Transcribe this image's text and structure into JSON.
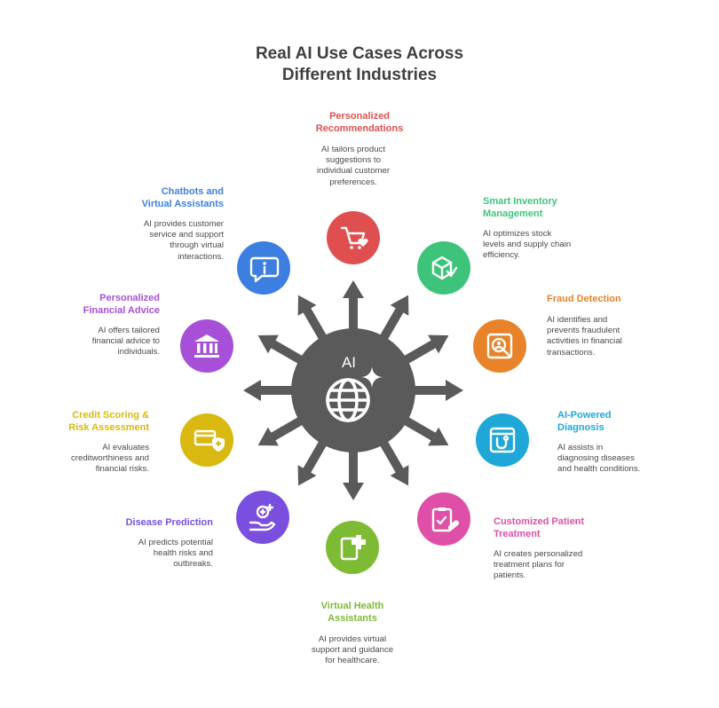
{
  "title": {
    "line1": "Real AI Use Cases Across",
    "line2": "Different Industries"
  },
  "hub": {
    "label": "AI",
    "icon": "globe-sparkle-icon",
    "color": "#5a5a5a"
  },
  "items": [
    {
      "key": "personalized-recommendations",
      "title": [
        "Personalized",
        "Recommendations"
      ],
      "desc": [
        "AI tailors product",
        "suggestions to",
        "individual customer",
        "preferences."
      ],
      "color": "#e04f4f",
      "icon": "shopping-cart-heart-icon"
    },
    {
      "key": "smart-inventory-management",
      "title": [
        "Smart Inventory",
        "Management"
      ],
      "desc": [
        "AI optimizes stock",
        "levels and supply chain",
        "efficiency."
      ],
      "color": "#3ec47a",
      "icon": "box-check-icon"
    },
    {
      "key": "fraud-detection",
      "title": [
        "Fraud Detection"
      ],
      "desc": [
        "AI identifies and",
        "prevents fraudulent",
        "activities in financial",
        "transactions."
      ],
      "color": "#e8832a",
      "icon": "magnify-user-icon"
    },
    {
      "key": "ai-powered-diagnosis",
      "title": [
        "AI-Powered",
        "Diagnosis"
      ],
      "desc": [
        "AI assists in",
        "diagnosing diseases",
        "and health conditions."
      ],
      "color": "#1fa7d8",
      "icon": "stethoscope-window-icon"
    },
    {
      "key": "customized-patient-treatment",
      "title": [
        "Customized Patient",
        "Treatment"
      ],
      "desc": [
        "AI creates personalized",
        "treatment plans for",
        "patients."
      ],
      "color": "#df4fa7",
      "icon": "clipboard-pill-icon"
    },
    {
      "key": "virtual-health-assistants",
      "title": [
        "Virtual Health",
        "Assistants"
      ],
      "desc": [
        "AI provides virtual",
        "support and guidance",
        "for healthcare."
      ],
      "color": "#7dbb35",
      "icon": "tablet-medical-cross-icon"
    },
    {
      "key": "disease-prediction",
      "title": [
        "Disease Prediction"
      ],
      "desc": [
        "AI predicts potential",
        "health risks and",
        "outbreaks."
      ],
      "color": "#7a4fe0",
      "icon": "hand-virus-icon"
    },
    {
      "key": "credit-scoring",
      "title": [
        "Credit Scoring &",
        "Risk Assessment"
      ],
      "desc": [
        "AI evaluates",
        "creditworthiness and",
        "financial risks."
      ],
      "color": "#d9b80f",
      "icon": "card-shield-icon"
    },
    {
      "key": "personalized-financial-advice",
      "title": [
        "Personalized",
        "Financial Advice"
      ],
      "desc": [
        "AI offers tailored",
        "financial advice to",
        "individuals."
      ],
      "color": "#a84fd8",
      "icon": "bank-building-icon"
    },
    {
      "key": "chatbots",
      "title": [
        "Chatbots and",
        "Virtual Assistants"
      ],
      "desc": [
        "AI provides customer",
        "service and support",
        "through virtual",
        "interactions."
      ],
      "color": "#3d7fe0",
      "icon": "chat-info-icon"
    }
  ]
}
